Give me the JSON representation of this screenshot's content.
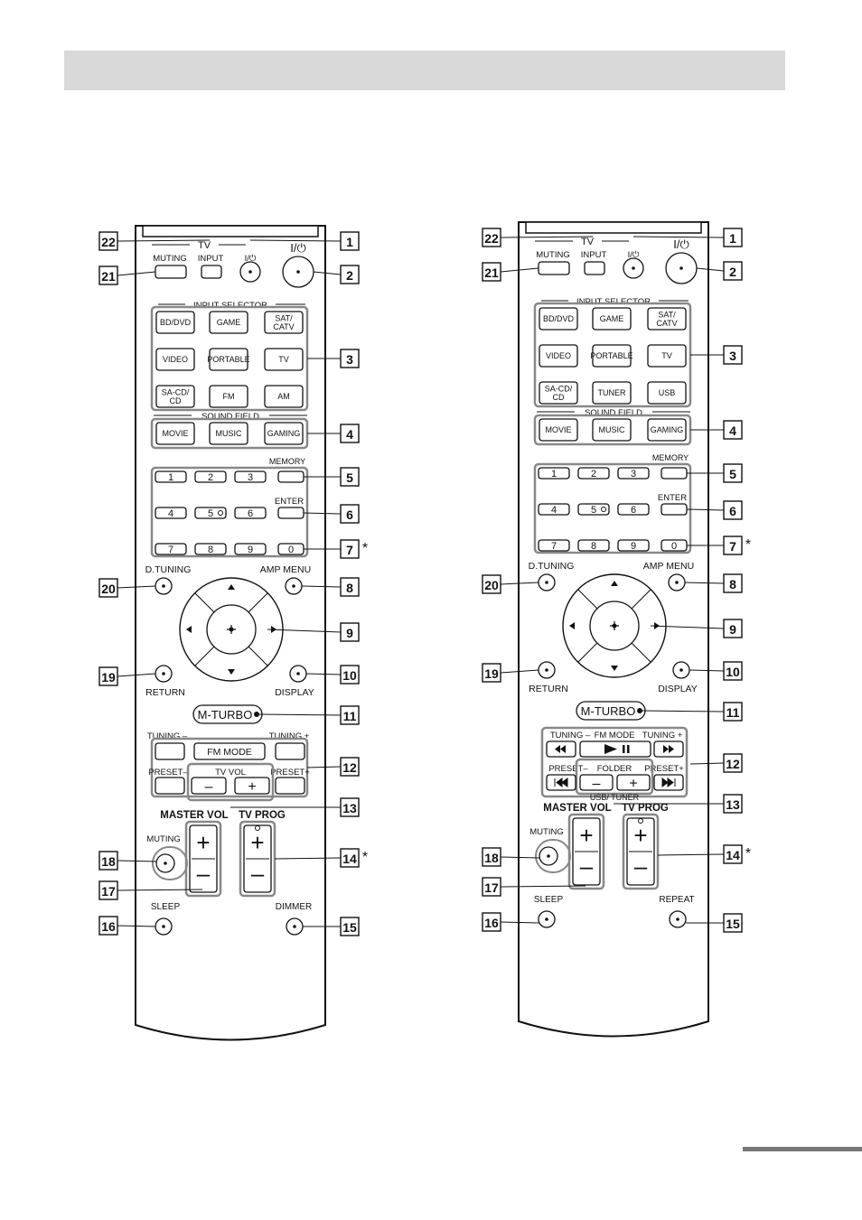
{
  "remotes": [
    {
      "id": "a",
      "labels": {
        "tv_group": "TV",
        "muting": "MUTING",
        "input": "INPUT",
        "tv_power": "I/⏻",
        "main_power": "I/⏻",
        "input_selector": "INPUT SELECTOR",
        "sources": [
          "BD/DVD",
          "GAME",
          "SAT/\nCATV",
          "VIDEO",
          "PORTABLE",
          "TV",
          "SA-CD/\nCD",
          "FM",
          "AM"
        ],
        "sound_field": "SOUND FIELD",
        "modes": [
          "MOVIE",
          "MUSIC",
          "GAMING"
        ],
        "keys": [
          "1",
          "2",
          "3",
          "4",
          "5",
          "6",
          "7",
          "8",
          "9",
          "0"
        ],
        "memory": "MEMORY",
        "enter": "ENTER",
        "d_tuning": "D.TUNING",
        "amp_menu": "AMP  MENU",
        "return": "RETURN",
        "display": "DISPLAY",
        "mturbo": "M-TURBO",
        "tuning_minus": "TUNING –",
        "tuning_plus": "TUNING +",
        "fm_mode": "FM MODE",
        "preset_minus": "PRESET–",
        "preset_plus": "PRESET+",
        "tv_vol": "TV VOL",
        "master_vol": "MASTER VOL",
        "tv_prog": "TV PROG",
        "muting2": "MUTING",
        "sleep": "SLEEP",
        "right_bottom": "DIMMER"
      }
    },
    {
      "id": "b",
      "labels": {
        "tv_group": "TV",
        "muting": "MUTING",
        "input": "INPUT",
        "tv_power": "I/⏻",
        "main_power": "I/⏻",
        "input_selector": "INPUT SELECTOR",
        "sources": [
          "BD/DVD",
          "GAME",
          "SAT/\nCATV",
          "VIDEO",
          "PORTABLE",
          "TV",
          "SA-CD/\nCD",
          "TUNER",
          "USB"
        ],
        "sound_field": "SOUND FIELD",
        "modes": [
          "MOVIE",
          "MUSIC",
          "GAMING"
        ],
        "keys": [
          "1",
          "2",
          "3",
          "4",
          "5",
          "6",
          "7",
          "8",
          "9",
          "0"
        ],
        "memory": "MEMORY",
        "enter": "ENTER",
        "d_tuning": "D.TUNING",
        "amp_menu": "AMP  MENU",
        "return": "RETURN",
        "display": "DISPLAY",
        "mturbo": "M-TURBO",
        "tuning_minus": "TUNING –",
        "tuning_plus": "TUNING +",
        "fm_mode": "FM MODE",
        "preset_minus": "PRESET–",
        "preset_plus": "PRESET+",
        "folder": "FOLDER",
        "usb_tuner": "USB/ TUNER",
        "master_vol": "MASTER VOL",
        "tv_prog": "TV PROG",
        "muting2": "MUTING",
        "sleep": "SLEEP",
        "right_bottom": "REPEAT"
      }
    }
  ],
  "callouts": {
    "left": [
      "22",
      "21",
      "20",
      "19",
      "18",
      "17",
      "16"
    ],
    "right": [
      "1",
      "2",
      "3",
      "4",
      "5",
      "6",
      "7",
      "8",
      "9",
      "10",
      "11",
      "12",
      "13",
      "14",
      "15"
    ],
    "asterisk": "*"
  }
}
